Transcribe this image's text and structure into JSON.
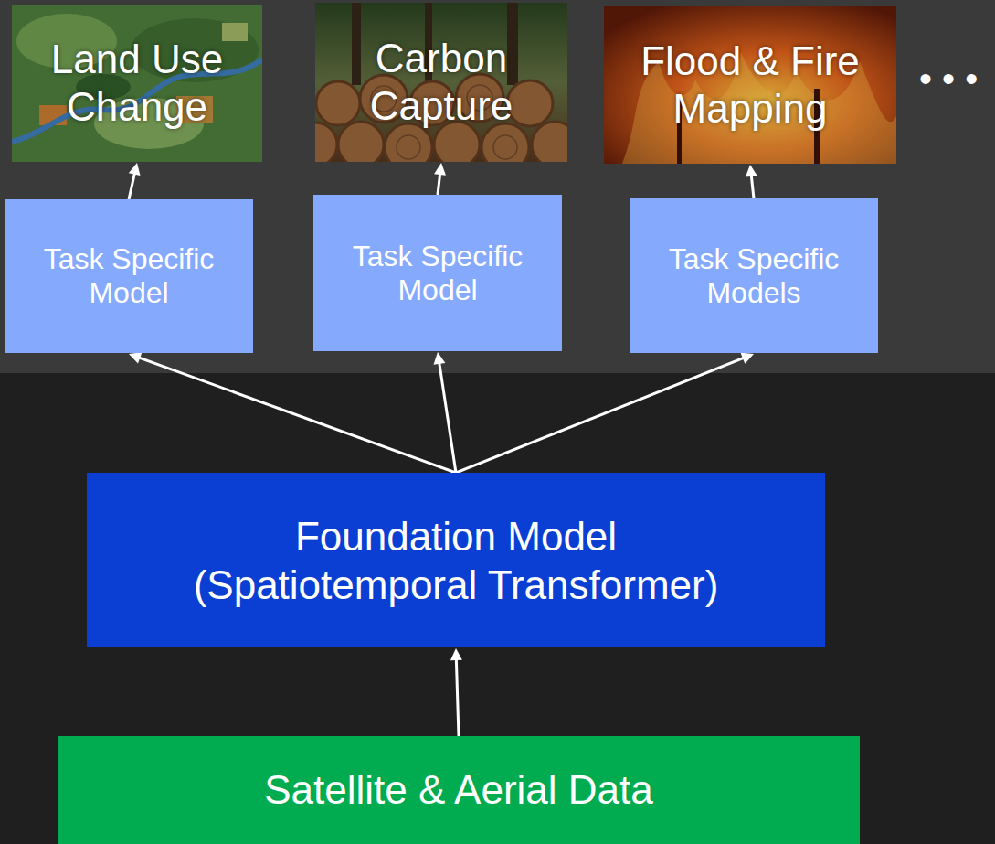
{
  "diagram": {
    "nodes": [
      {
        "text": [
          "Land Use Change"
        ]
      },
      {
        "text": [
          "Carbon Capture"
        ]
      },
      {
        "text": [
          "Flood & Fire Mapping"
        ]
      },
      {
        "text": [
          "Task Specific Model"
        ]
      },
      {
        "text": [
          "Task Specific Model"
        ]
      },
      {
        "text": [
          "Task Specific Models"
        ]
      },
      {
        "text": [
          "Foundation Model",
          "(Spatiotemporal Transformer)"
        ]
      },
      {
        "text": [
          "Satellite & Aerial Data"
        ]
      }
    ],
    "edges": [
      {
        "from": 7,
        "to": 6,
        "arrow": "to"
      },
      {
        "from": 6,
        "to": 3,
        "arrow": "to"
      },
      {
        "from": 6,
        "to": 4,
        "arrow": "to"
      },
      {
        "from": 6,
        "to": 5,
        "arrow": "to"
      },
      {
        "from": 3,
        "to": 0,
        "arrow": "to"
      },
      {
        "from": 4,
        "to": 1,
        "arrow": "to"
      },
      {
        "from": 5,
        "to": 2,
        "arrow": "to"
      }
    ],
    "labels": [
      "• • •"
    ]
  }
}
